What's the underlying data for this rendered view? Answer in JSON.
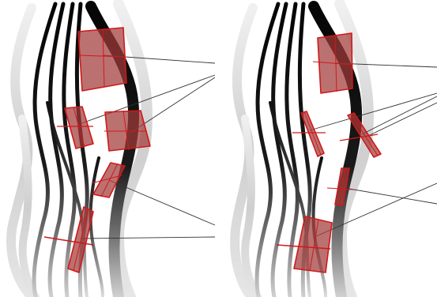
{
  "figure": {
    "panels": [
      {
        "id": "left",
        "planes": 5,
        "leader_lines": 5
      },
      {
        "id": "right",
        "planes": 5,
        "leader_lines": 6
      }
    ],
    "colors": {
      "background": "#ffffff",
      "strand_dark": "#0a0a0a",
      "strand_light": "#e4e4e4",
      "plane_fill": "#a23a3a",
      "plane_stroke": "#d01818",
      "leader_line": "#333333"
    }
  }
}
